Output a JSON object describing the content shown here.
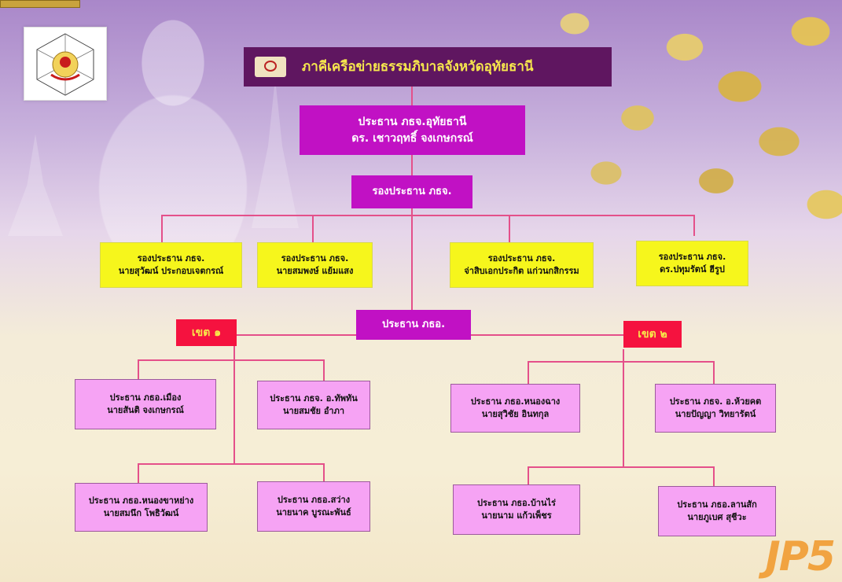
{
  "title": "ภาคีเครือข่ายธรรมภิบาลจังหวัดอุทัยธานี",
  "chairman": {
    "position": "ประธาน ภธจ.อุทัยธานี",
    "name": "ดร. เชาวฤทธิ์  จงเกษกรณ์"
  },
  "vice_header": "รองประธาน ภธจ.",
  "vice_chairs": [
    {
      "position": "รองประธาน ภธจ.",
      "name": "นายสุวัฒน์ ประกอบเจตกรณ์"
    },
    {
      "position": "รองประธาน ภธจ.",
      "name": "นายสมพงษ์  แย้มแสง"
    },
    {
      "position": "รองประธาน ภธจ.",
      "name": "จ่าสิบเอกประกิต แก่วนกสิกรรม"
    },
    {
      "position": "รองประธาน ภธจ.",
      "name": "ดร.ปทุมรัตน์  ฮีรูป"
    }
  ],
  "district_chair_header": "ประธาน ภธอ.",
  "zones": [
    {
      "label": "เขต ๑",
      "members": [
        {
          "position": "ประธาน ภธอ.เมือง",
          "name": "นายสันติ  จงเกษกรณ์"
        },
        {
          "position": "ประธาน ภธจ. อ.ทัพทัน",
          "name": "นายสมชัย  อำภา"
        },
        {
          "position": "ประธาน ภธอ.หนองขาหย่าง",
          "name": "นายสมนึก  โพธิวัฒน์"
        },
        {
          "position": "ประธาน ภธอ.สว่าง",
          "name": "นายนาค  บูรณะพันธ์"
        }
      ]
    },
    {
      "label": "เขต ๒",
      "members": [
        {
          "position": "ประธาน ภธอ.หนองฉาง",
          "name": "นายสุวิชัย  อินทกุล"
        },
        {
          "position": "ประธาน ภธจ. อ.ห้วยคต",
          "name": "นายปัญญา  วิทยารัตน์"
        },
        {
          "position": "ประธาน ภธอ.บ้านไร่",
          "name": "นายนาม  แก้วเพ็ชร"
        },
        {
          "position": "ประธาน ภธอ.ลานสัก",
          "name": "นายภูเบศ  สุชีวะ"
        }
      ]
    }
  ],
  "watermark": "JP5",
  "colors": {
    "title_bg": "#5f1660",
    "title_text": "#f6e74d",
    "magenta": "#c111c4",
    "yellow_box": "#f6f61c",
    "zone_bg": "#f5123f",
    "pink_box": "#f6a3f4",
    "connector": "#e4508a"
  }
}
